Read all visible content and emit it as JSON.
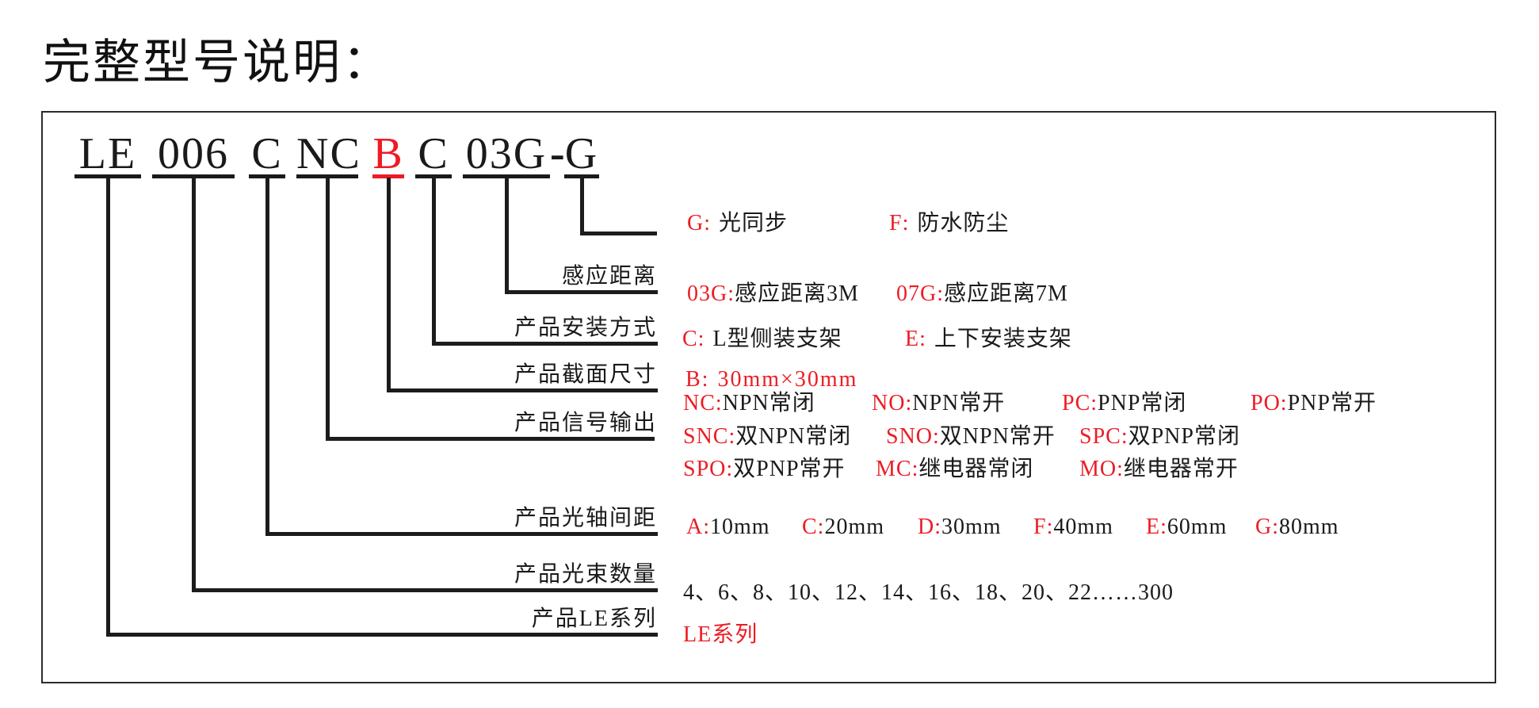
{
  "title": "完整型号说明：",
  "colors": {
    "accent_red": "#ed1c24",
    "ink": "#1a1a1a"
  },
  "model": {
    "full_code": "LE 006 C NC B C 03G-G",
    "segments": [
      {
        "text": "LE"
      },
      {
        "text": "006"
      },
      {
        "text": "C"
      },
      {
        "text": "NC"
      },
      {
        "text": "B"
      },
      {
        "text": "C"
      },
      {
        "text": "03G"
      },
      {
        "text": "-"
      },
      {
        "text": "G"
      }
    ]
  },
  "rows": [
    {
      "label": "",
      "values": [
        {
          "code": "G:",
          "desc": "光同步"
        },
        {
          "code": "F:",
          "desc": "防水防尘"
        }
      ]
    },
    {
      "label": "感应距离",
      "values": [
        {
          "code": "03G:",
          "desc": "感应距离3M"
        },
        {
          "code": "07G:",
          "desc": "感应距离7M"
        }
      ]
    },
    {
      "label": "产品安装方式",
      "values": [
        {
          "code": "C:",
          "desc": "L型侧装支架"
        },
        {
          "code": "E:",
          "desc": "上下安装支架"
        }
      ]
    },
    {
      "label": "产品截面尺寸",
      "values": [
        {
          "code": "B:",
          "desc": "30mm×30mm"
        }
      ]
    },
    {
      "label": "产品信号输出",
      "values": [
        {
          "code": "NC:",
          "desc": "NPN常闭"
        },
        {
          "code": "NO:",
          "desc": "NPN常开"
        },
        {
          "code": "PC:",
          "desc": "PNP常闭"
        },
        {
          "code": "PO:",
          "desc": "PNP常开"
        },
        {
          "code": "SNC:",
          "desc": "双NPN常闭"
        },
        {
          "code": "SNO:",
          "desc": "双NPN常开"
        },
        {
          "code": "SPC:",
          "desc": "双PNP常闭"
        },
        {
          "code": "SPO:",
          "desc": "双PNP常开"
        },
        {
          "code": "MC:",
          "desc": "继电器常闭"
        },
        {
          "code": "MO:",
          "desc": "继电器常开"
        }
      ]
    },
    {
      "label": "产品光轴间距",
      "values": [
        {
          "code": "A:",
          "desc": "10mm"
        },
        {
          "code": "C:",
          "desc": "20mm"
        },
        {
          "code": "D:",
          "desc": "30mm"
        },
        {
          "code": "F:",
          "desc": "40mm"
        },
        {
          "code": "E:",
          "desc": "60mm"
        },
        {
          "code": "G:",
          "desc": "80mm"
        }
      ]
    },
    {
      "label": "产品光束数量",
      "values": [
        {
          "code": "",
          "desc": "4、6、8、10、12、14、16、18、20、22……300"
        }
      ]
    },
    {
      "label": "产品LE系列",
      "values": [
        {
          "code": "LE系列",
          "desc": ""
        }
      ]
    }
  ]
}
